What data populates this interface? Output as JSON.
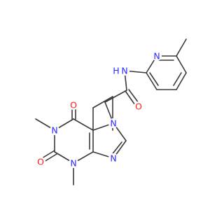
{
  "molecule": {
    "name": "",
    "atom_labels": {
      "n1": "N",
      "n3": "N",
      "n7": "N",
      "n9": "N",
      "o2": "O",
      "o6": "O",
      "o_amide": "O",
      "n_amide": "N",
      "h_amide": "H",
      "n_pyridine": "N"
    },
    "colors": {
      "bond": "#3a3a3a",
      "nitrogen": "#2a2aff",
      "oxygen": "#ff1a1a",
      "background": "#ffffff"
    }
  }
}
